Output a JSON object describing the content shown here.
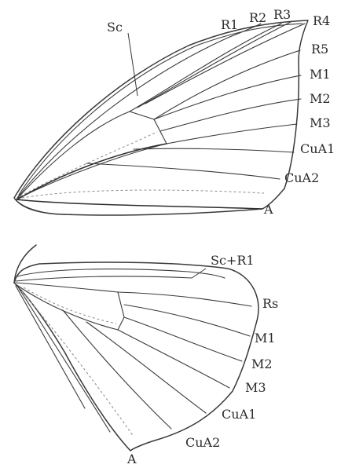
{
  "forewing": {
    "labels": {
      "sc": "Sc",
      "r1": "R1",
      "r2": "R2",
      "r3": "R3",
      "r4": "R4",
      "r5": "R5",
      "m1": "M1",
      "m2": "M2",
      "m3": "M3",
      "cua1": "CuA1",
      "cua2": "CuA2",
      "a": "A"
    }
  },
  "hindwing": {
    "labels": {
      "scr1": "Sc+R1",
      "rs": "Rs",
      "m1": "M1",
      "m2": "M2",
      "m3": "M3",
      "cua1": "CuA1",
      "cua2": "CuA2",
      "a": "A"
    }
  }
}
